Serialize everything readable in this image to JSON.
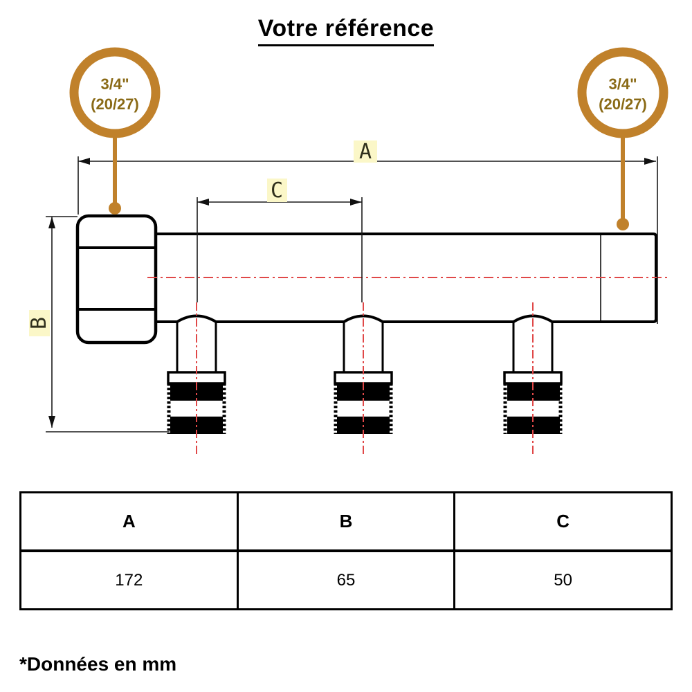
{
  "title": "Votre référence",
  "badges": {
    "left": {
      "line1": "3/4\"",
      "line2": "(20/27)"
    },
    "right": {
      "line1": "3/4\"",
      "line2": "(20/27)"
    }
  },
  "dimensions": {
    "a_label": "A",
    "b_label": "B",
    "c_label": "C"
  },
  "table": {
    "headers": [
      "A",
      "B",
      "C"
    ],
    "values": [
      "172",
      "65",
      "50"
    ]
  },
  "footnote": "*Données en mm",
  "colors": {
    "ring_brown": "#c0812b",
    "text_brown": "#8a6a16",
    "highlight_yellow": "#fbf7c8",
    "centerline_red": "#e04848",
    "line_black": "#000000"
  }
}
